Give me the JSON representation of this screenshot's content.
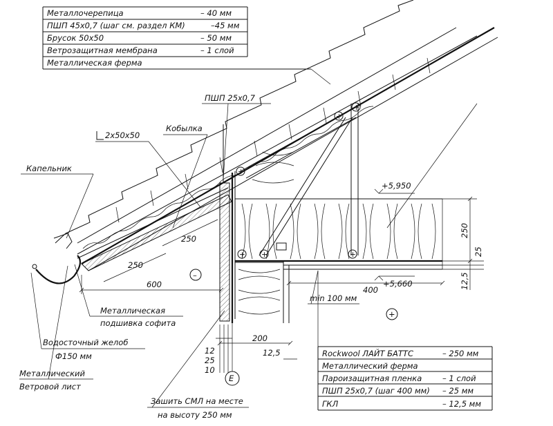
{
  "roof_spec": [
    {
      "name": "Металлочерепица",
      "value": "– 40 мм"
    },
    {
      "name": "ПШП 45х0,7 (шаг см. раздел КМ)",
      "value": "–45 мм"
    },
    {
      "name": "Брусок 50х50",
      "value": "– 50 мм"
    },
    {
      "name": "Ветрозащитная мембрана",
      "value": "– 1 слой"
    },
    {
      "name": "Металлическая ферма",
      "value": ""
    }
  ],
  "ceiling_spec": [
    {
      "name": "Rockwool ЛАЙТ БАТТС",
      "value": "– 250 мм"
    },
    {
      "name": "Металлический ферма",
      "value": ""
    },
    {
      "name": "Пароизащитная пленка",
      "value": "– 1 слой"
    },
    {
      "name": "ПШП 25х0,7 (шаг 400 мм)",
      "value": "– 25 мм"
    },
    {
      "name": "ГКЛ",
      "value": "– 12,5 мм"
    }
  ],
  "callouts": {
    "pshp": "ПШП 25х0,7",
    "angle": "2х50х50",
    "kobylka": "Кобылка",
    "kapelnik": "Капельник",
    "soffit_1": "Металлическая",
    "soffit_2": "подшивка софита",
    "gutter_1": "Водосточный желоб",
    "gutter_2": "Ф150 мм",
    "wind_1": "Металлический",
    "wind_2": "Ветровой лист",
    "sml_1": "Зашить СМЛ на месте",
    "sml_2": "на высоту 250 мм",
    "min": "min 100 мм",
    "axis": "Е"
  },
  "dimensions": {
    "d250a": "250",
    "d250b": "250",
    "d600": "600",
    "d400": "400",
    "d200": "200",
    "d12_5a": "12,5",
    "d12_5b": "12,5",
    "d250v": "250",
    "d25v": "25",
    "d12": "12",
    "d25": "25",
    "d10": "10",
    "mark1": "+5,950",
    "mark2": "+5,660",
    "minus": "–",
    "plus": "+"
  }
}
